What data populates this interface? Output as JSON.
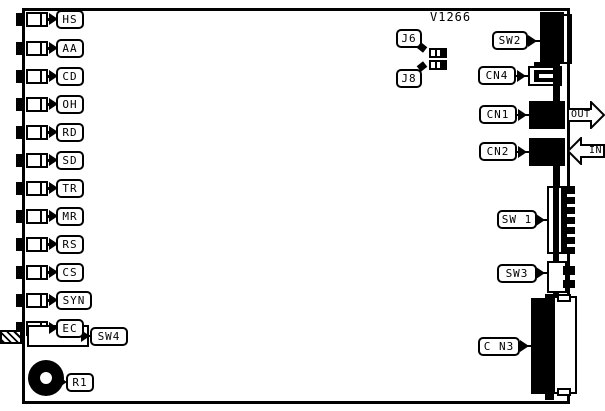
{
  "diagram": {
    "title": "V1266",
    "board": {
      "outline_color": "#000000",
      "fill_color": "#ffffff"
    }
  },
  "indicators": {
    "description": "LED indicator row along left edge of board",
    "items": [
      {
        "label": "HS"
      },
      {
        "label": "AA"
      },
      {
        "label": "CD"
      },
      {
        "label": "OH"
      },
      {
        "label": "RD"
      },
      {
        "label": "SD"
      },
      {
        "label": "TR"
      },
      {
        "label": "MR"
      },
      {
        "label": "RS"
      },
      {
        "label": "CS"
      },
      {
        "label": "SYN"
      },
      {
        "label": "EC"
      }
    ]
  },
  "switches": {
    "sw1": "SW 1",
    "sw2": "SW2",
    "sw3": "SW3",
    "sw4": "SW4"
  },
  "connectors": {
    "cn1": "CN1",
    "cn2": "CN2",
    "cn3": "C N3",
    "cn4": "CN4"
  },
  "jumpers": {
    "j6": "J6",
    "j8": "J8"
  },
  "potentiometer": {
    "r1": "R1"
  },
  "ports": {
    "out": "OUT",
    "in": "IN"
  }
}
